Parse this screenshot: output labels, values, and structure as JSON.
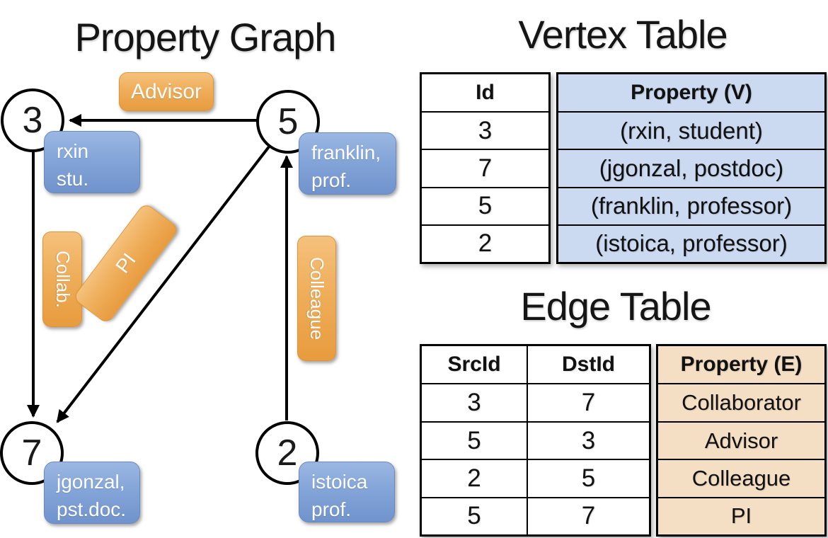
{
  "colors": {
    "edge_accent": "#EFA94F",
    "vertex_accent": "#7E9FD4",
    "vertex_table_fill": "#CBD9F1",
    "edge_table_fill": "#F5DFC4",
    "line": "#000000"
  },
  "property_graph": {
    "title": "Property Graph",
    "nodes": [
      {
        "id": "3",
        "property_line1": "rxin",
        "property_line2": "stu."
      },
      {
        "id": "5",
        "property_line1": "franklin,",
        "property_line2": "prof."
      },
      {
        "id": "7",
        "property_line1": "jgonzal,",
        "property_line2": "pst.doc."
      },
      {
        "id": "2",
        "property_line1": "istoica",
        "property_line2": "prof."
      }
    ],
    "edges": [
      {
        "src": "5",
        "dst": "3",
        "label": "Advisor"
      },
      {
        "src": "3",
        "dst": "7",
        "label": "Collab."
      },
      {
        "src": "5",
        "dst": "7",
        "label": "PI"
      },
      {
        "src": "2",
        "dst": "5",
        "label": "Colleague"
      }
    ]
  },
  "vertex_table": {
    "title": "Vertex Table",
    "headers": {
      "id": "Id",
      "property": "Property (V)"
    },
    "rows": [
      {
        "id": "3",
        "property": "(rxin, student)"
      },
      {
        "id": "7",
        "property": "(jgonzal, postdoc)"
      },
      {
        "id": "5",
        "property": "(franklin, professor)"
      },
      {
        "id": "2",
        "property": "(istoica, professor)"
      }
    ]
  },
  "edge_table": {
    "title": "Edge Table",
    "headers": {
      "src": "SrcId",
      "dst": "DstId",
      "property": "Property (E)"
    },
    "rows": [
      {
        "src": "3",
        "dst": "7",
        "property": "Collaborator"
      },
      {
        "src": "5",
        "dst": "3",
        "property": "Advisor"
      },
      {
        "src": "2",
        "dst": "5",
        "property": "Colleague"
      },
      {
        "src": "5",
        "dst": "7",
        "property": "PI"
      }
    ]
  }
}
